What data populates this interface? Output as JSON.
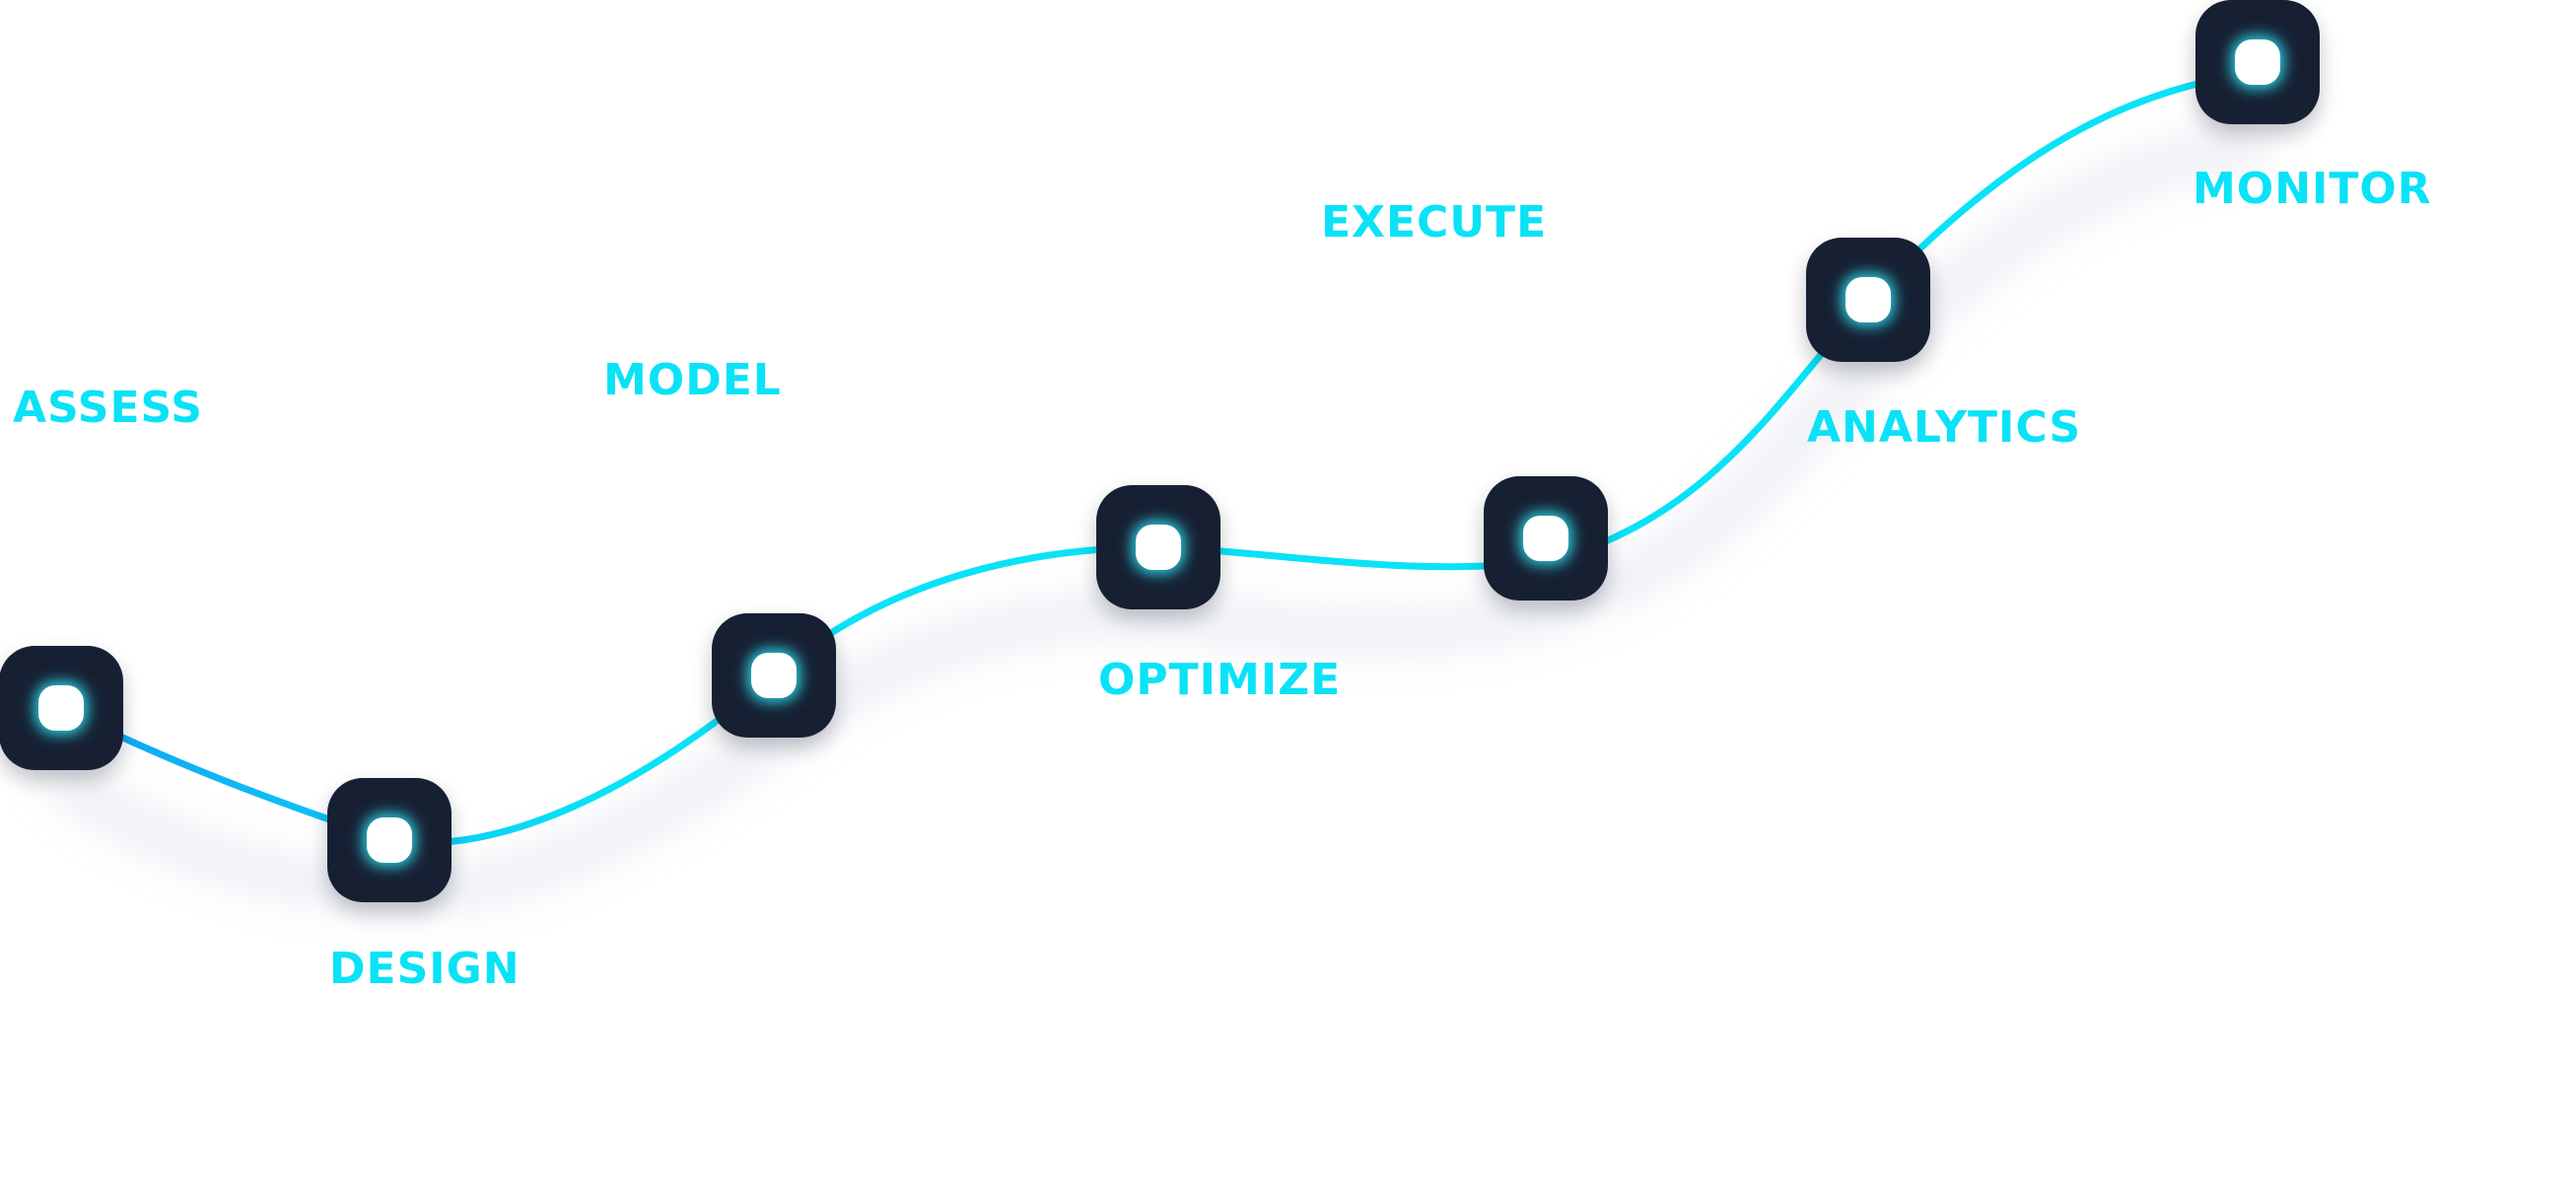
{
  "colors": {
    "line_start": "#12a3f2",
    "line_end": "#0ae2f7",
    "node_fill": "#172033",
    "node_core": "#ffffff",
    "node_glow": "#2ee6f5",
    "label": "#0ae2f7",
    "shadow": "#d8dbe8"
  },
  "steps": [
    {
      "id": "assess",
      "label": "ASSESS",
      "icon": "rounded-square-node-icon"
    },
    {
      "id": "design",
      "label": "DESIGN",
      "icon": "rounded-square-node-icon"
    },
    {
      "id": "model",
      "label": "MODEL",
      "icon": "rounded-square-node-icon"
    },
    {
      "id": "optimize",
      "label": "OPTIMIZE",
      "icon": "rounded-square-node-icon"
    },
    {
      "id": "execute",
      "label": "EXECUTE",
      "icon": "rounded-square-node-icon"
    },
    {
      "id": "analytics",
      "label": "ANALYTICS",
      "icon": "rounded-square-node-icon"
    },
    {
      "id": "monitor",
      "label": "MONITOR",
      "icon": "rounded-square-node-icon"
    }
  ]
}
